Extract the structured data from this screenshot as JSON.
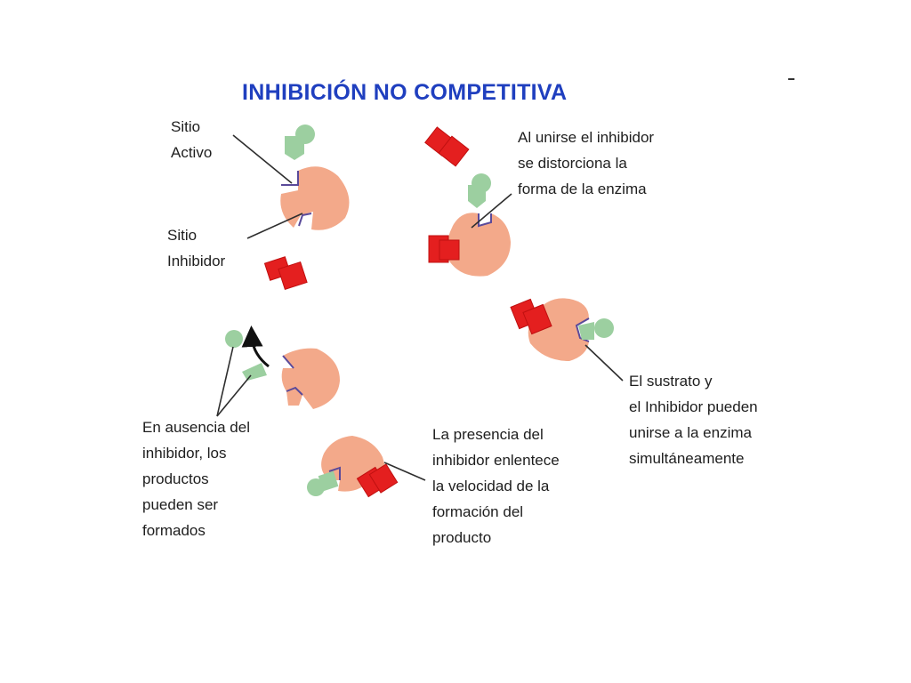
{
  "title": "INHIBICIÓN NO COMPETITIVA",
  "colors": {
    "title": "#1f3fbf",
    "enzyme": "#f3a98a",
    "inhibitor": "#e41f1f",
    "substrate": "#9ccfa0",
    "site_line": "#5a4a9a",
    "pointer": "#2e2e2e"
  },
  "labels": {
    "active_site": [
      "Sitio",
      "Activo"
    ],
    "inhibitor_site": [
      "Sitio",
      "Inhibidor"
    ],
    "shape_distortion": [
      "Al unirse el inhibidor",
      "se distorciona la",
      "forma de la enzima"
    ],
    "simultaneous": [
      "El sustrato y",
      "el Inhibidor pueden",
      "unirse a la enzima",
      "simultáneamente"
    ],
    "absence": [
      "En ausencia del",
      "inhibidor, los",
      "productos",
      "pueden ser",
      "formados"
    ],
    "presence": [
      "La presencia del",
      "inhibidor enlentece",
      "la velocidad de la",
      "formación del",
      "producto"
    ]
  }
}
